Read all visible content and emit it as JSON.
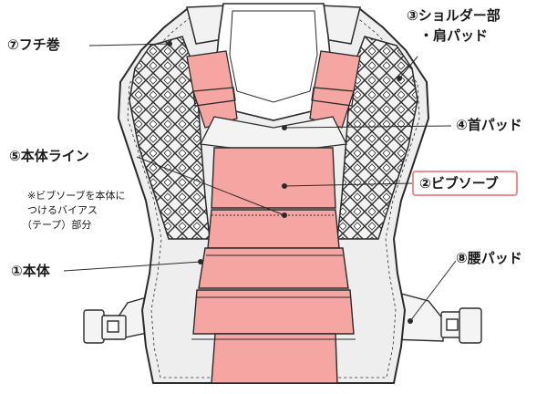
{
  "labels": {
    "binding_edge": "⑦フチ巻",
    "shoulder_pad_line1": "③ショルダー部",
    "shoulder_pad_line2": "・肩パッド",
    "neck_pad": "④首パッド",
    "body_line": "⑤本体ライン",
    "bib_sove": "②ビブソーブ",
    "note_line1": "※ビブソーブを本体に",
    "note_line2": "つけるバイアス",
    "note_line3": "（テープ）部分",
    "main_body": "①本体",
    "waist_pad": "⑧腰パッド"
  },
  "colors": {
    "pink": "#f5a6a3",
    "outline": "#2b2b2b",
    "frame": "#eeeeee",
    "highlight_border": "#f08c8c"
  }
}
